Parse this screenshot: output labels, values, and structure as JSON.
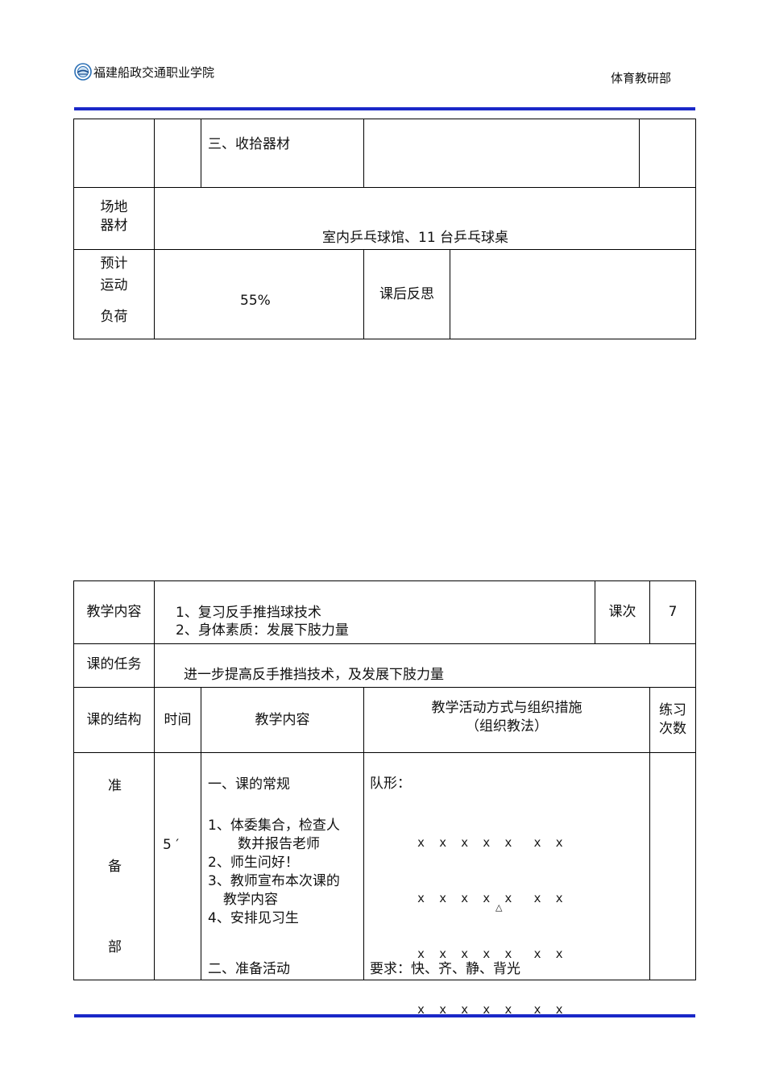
{
  "header": {
    "school": "福建船政交通职业学院",
    "department": "体育教研部",
    "logo_icon": "school-emblem-icon"
  },
  "table1": {
    "item3": "三、收拾器材",
    "venue_label_1": "场地",
    "venue_label_2": "器材",
    "venue_value": "室内乒乓球馆、11 台乒乓球桌",
    "load_label_1": "预计",
    "load_label_2": "运动",
    "load_label_3": "负荷",
    "load_value": "55%",
    "reflection_label": "课后反思"
  },
  "table2": {
    "content_label": "教学内容",
    "content_1": "1、复习反手推挡球技术",
    "content_2": "2、身体素质：发展下肢力量",
    "lesson_label": "课次",
    "lesson_value": "7",
    "task_label": "课的任务",
    "task_value": "进一步提高反手推挡技术，及发展下肢力量",
    "headers": {
      "structure": "课的结构",
      "time": "时间",
      "content": "教学内容",
      "activity_1": "教学活动方式与组织措施",
      "activity_2": "（组织教法）",
      "practice_1": "练习",
      "practice_2": "次数"
    },
    "section": {
      "c1": "准",
      "c2": "备",
      "c3": "部"
    },
    "time_value": "5 ′",
    "routine_title": "一、课的常规",
    "routine_items": [
      "1、体委集合，检查人",
      "数并报告老师",
      "2、师生问好！",
      "3、教师宣布本次课的",
      "教学内容",
      "4、安排见习生"
    ],
    "warmup_title": "二、准备活动",
    "formation_label": "队形：",
    "formation_rows": [
      "x  x  x  x  x   x  x",
      "x  x  x  x  x   x  x",
      "x  x  x  x  x   x  x",
      "x  x  x  x  x   x  x"
    ],
    "teacher_mark": "△",
    "requirement": "要求：快、齐、静、背光"
  }
}
